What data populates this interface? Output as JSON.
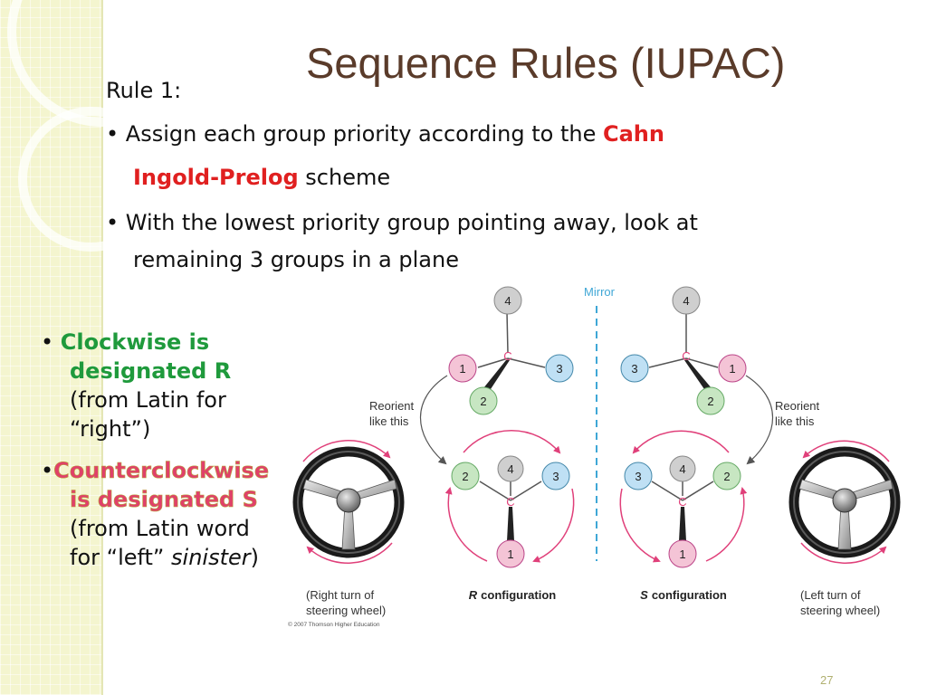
{
  "title": "Sequence Rules (IUPAC)",
  "rule": {
    "heading": "Rule 1:",
    "bullet1_pre": "Assign each group priority according to the",
    "bullet1_em1": "Cahn",
    "bullet1_em2": "Ingold-Prelog",
    "bullet1_post": "scheme",
    "bullet2_line1": "With the lowest priority group pointing away, look at",
    "bullet2_line2": "remaining 3 groups in a plane"
  },
  "left_points": {
    "cw_em1": "Clockwise is",
    "cw_em2": "designated R",
    "cw_note1": "(from Latin for",
    "cw_note2": "“right”)",
    "ccw_em1": "Counterclockwise",
    "ccw_em2": "is designated S",
    "ccw_note1": "(from Latin word",
    "ccw_note2_pre": "for “left”",
    "ccw_note2_em": "sinister",
    "ccw_note2_post": ")"
  },
  "figure": {
    "mirror": "Mirror",
    "reorient_line1": "Reorient",
    "reorient_line2": "like this",
    "center_atom": "C",
    "r_config_letter": "R",
    "s_config_letter": "S",
    "config_word": "configuration",
    "right_turn_line1": "(Right turn of",
    "right_turn_line2": "steering wheel)",
    "left_turn_line1": "(Left turn of",
    "left_turn_line2": "steering wheel)",
    "copyright": "© 2007 Thomson Higher Education",
    "numbers": {
      "n1": "1",
      "n2": "2",
      "n3": "3",
      "n4": "4"
    }
  },
  "page_number": "27",
  "colors": {
    "title": "#5a3b2a",
    "emphasis_red": "#e02020",
    "emphasis_green": "#1f9a3c",
    "emphasis_pink": "#e0406a",
    "group1": "#f4c4d6",
    "group2": "#c7e6c2",
    "group3": "#bfe0f4",
    "group4": "#cfcfcf",
    "arrow_magenta": "#e0407a",
    "mirror_blue": "#3fa7d6"
  }
}
